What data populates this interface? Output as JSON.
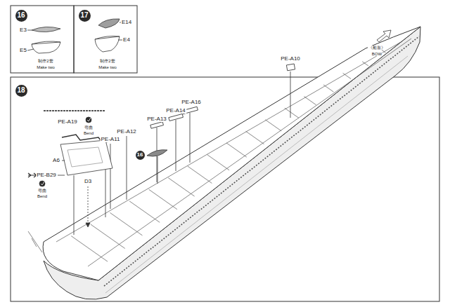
{
  "diagram": {
    "nodes": [
      {
        "text": [
          "16"
        ]
      },
      {
        "text": [
          "17"
        ]
      },
      {
        "text": [
          "18"
        ]
      },
      {
        "text": [
          "16"
        ]
      }
    ],
    "labels": [
      "E3",
      "E5",
      "制作2套",
      "Make two",
      "E14",
      "E4",
      "制作2套",
      "Make two",
      "《船首》",
      "BOW",
      "PE-A10",
      "PE-A16",
      "PE-A14",
      "PE-A13",
      "PE-A12",
      "PE-A11",
      "PE-A19",
      "弯曲",
      "Bend",
      "A6",
      "PE-B29",
      "弯曲",
      "Bend",
      "D3"
    ]
  }
}
